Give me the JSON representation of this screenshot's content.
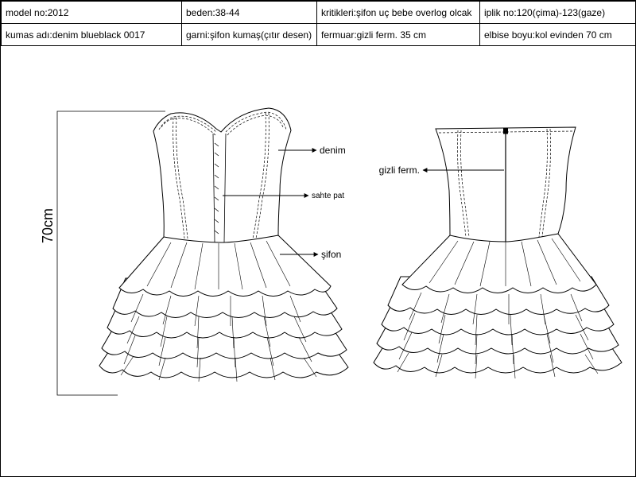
{
  "spec_table": {
    "rows": [
      [
        "model no:2012",
        "beden:38-44",
        "kritikleri:şifon uç bebe overlog olcak",
        "iplik no:120(çima)-123(gaze)"
      ],
      [
        "kumas adı:denim blueblack 0017",
        "garni:şifon kumaş(çıtır desen)",
        "fermuar:gizli ferm. 35 cm",
        "elbise boyu:kol evinden 70 cm"
      ]
    ]
  },
  "front_view": {
    "length_label": "70cm",
    "callouts": {
      "denim": "denim",
      "sahte_pat": "sahte pat",
      "sifon": "şifon"
    }
  },
  "back_view": {
    "callouts": {
      "zipper": "gizli ferm."
    }
  }
}
